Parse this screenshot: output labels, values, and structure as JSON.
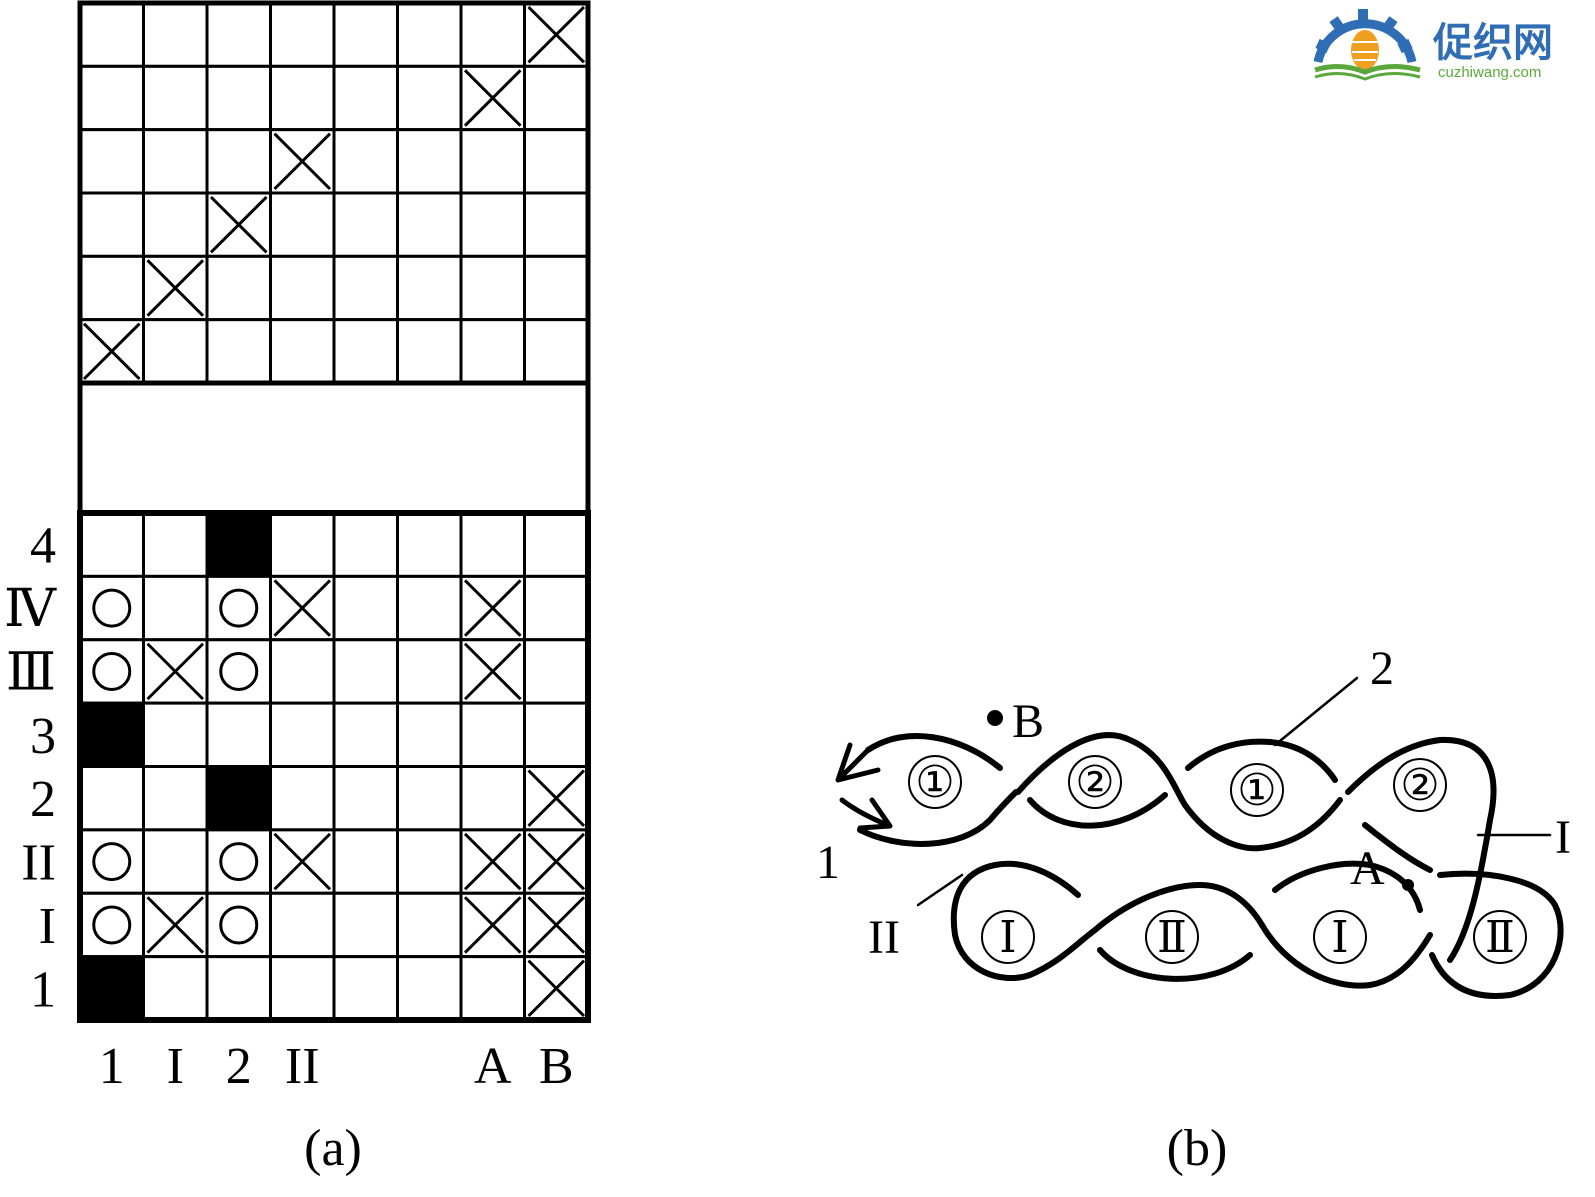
{
  "logo": {
    "name": "促织网",
    "url": "cuzhiwang.com",
    "colors": {
      "primary": "#2f6db5",
      "accent": "#f0a020",
      "green": "#5aa83c"
    }
  },
  "panel_a": {
    "caption": "(a)",
    "columns": [
      "1",
      "I",
      "2",
      "II",
      "",
      "",
      "A",
      "B"
    ],
    "rows": [
      "4",
      "Ⅳ",
      "Ⅲ",
      "3",
      "2",
      "II",
      "I",
      "1"
    ],
    "upper_grid_crosses": [
      [
        0,
        7
      ],
      [
        1,
        6
      ],
      [
        2,
        3
      ],
      [
        3,
        2
      ],
      [
        4,
        1
      ],
      [
        5,
        0
      ]
    ],
    "lower_grid": [
      [
        "",
        "",
        "fill",
        "",
        "",
        "",
        "",
        ""
      ],
      [
        "o",
        "",
        "o",
        "x",
        "",
        "",
        "x",
        ""
      ],
      [
        "o",
        "x",
        "o",
        "",
        "",
        "",
        "x",
        ""
      ],
      [
        "fill",
        "",
        "",
        "",
        "",
        "",
        "",
        ""
      ],
      [
        "",
        "",
        "fill",
        "",
        "",
        "",
        "",
        "x"
      ],
      [
        "o",
        "",
        "o",
        "x",
        "",
        "",
        "x",
        "x"
      ],
      [
        "o",
        "x",
        "o",
        "",
        "",
        "",
        "x",
        "x"
      ],
      [
        "fill",
        "",
        "",
        "",
        "",
        "",
        "",
        "x"
      ]
    ]
  },
  "panel_b": {
    "caption": "(b)",
    "labels": {
      "B": "B",
      "A": "A",
      "yarn2": "2",
      "yarn1": "1",
      "yarnI": "I",
      "yarnII": "II"
    },
    "upper_loops": [
      "①",
      "②",
      "①",
      "②"
    ],
    "lower_loops": [
      "Ⅰ",
      "Ⅱ",
      "Ⅰ",
      "Ⅱ"
    ]
  }
}
